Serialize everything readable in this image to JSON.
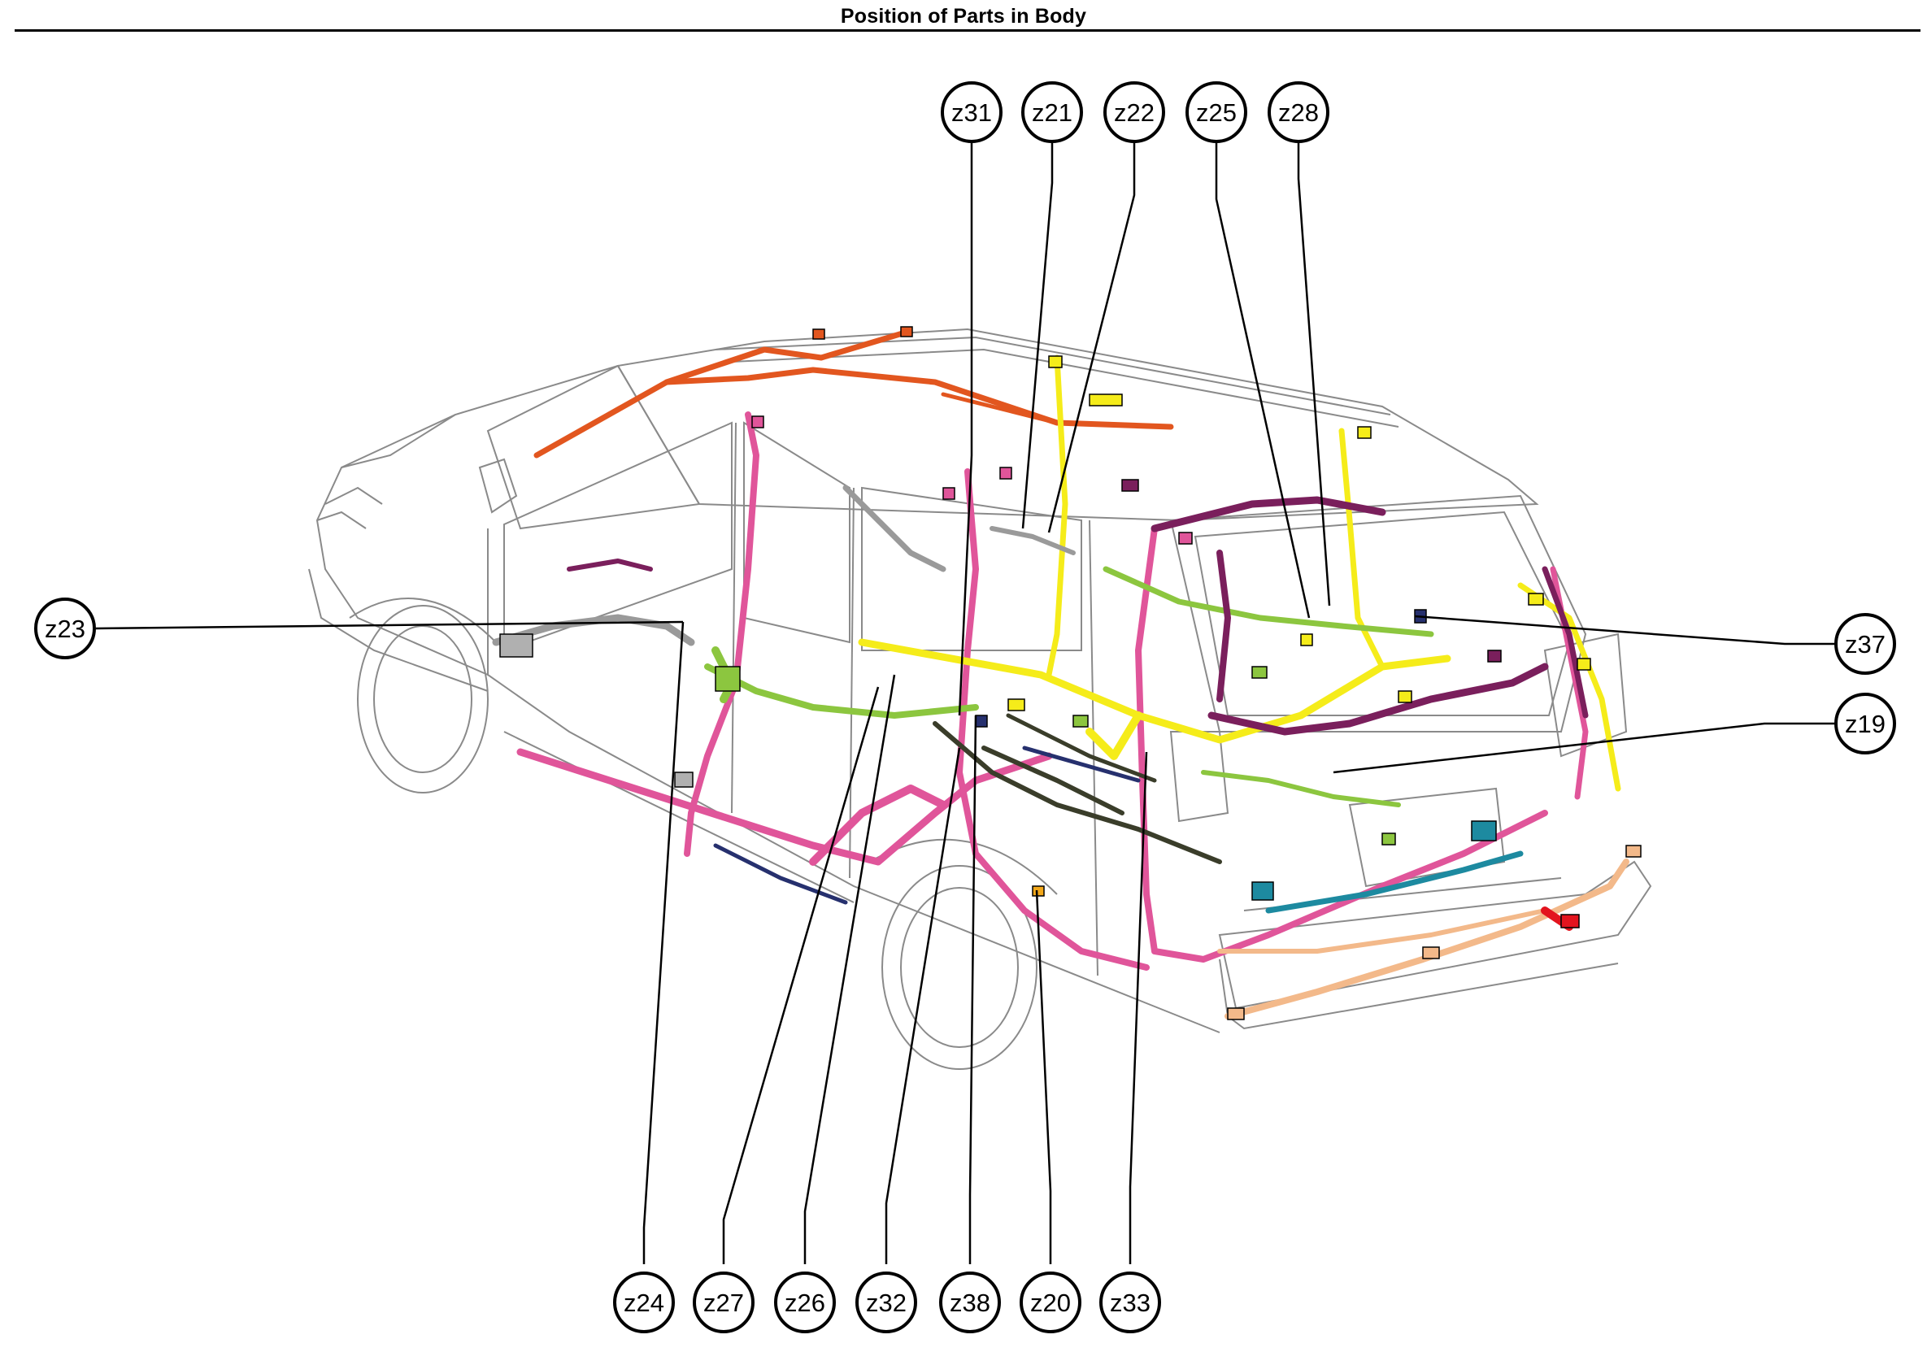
{
  "title": "Position of Parts in Body",
  "callouts": {
    "z31": "z31",
    "z21": "z21",
    "z22": "z22",
    "z25": "z25",
    "z28": "z28",
    "z23": "z23",
    "z37": "z37",
    "z19": "z19",
    "z24": "z24",
    "z27": "z27",
    "z26": "z26",
    "z32": "z32",
    "z38": "z38",
    "z20": "z20",
    "z33": "z33"
  },
  "colors": {
    "harness_pink": "#e0559a",
    "harness_yellow": "#f5ec1a",
    "harness_green": "#8cc63f",
    "harness_purple": "#7a1f5c",
    "harness_orange": "#e2561f",
    "harness_dark": "#3a3d2a",
    "harness_navy": "#26306e",
    "harness_teal": "#1d8aa0",
    "harness_peach": "#f3b98a",
    "harness_red": "#e3141e",
    "harness_gray": "#9a9a9a",
    "body_outline": "#8a8a8a"
  }
}
